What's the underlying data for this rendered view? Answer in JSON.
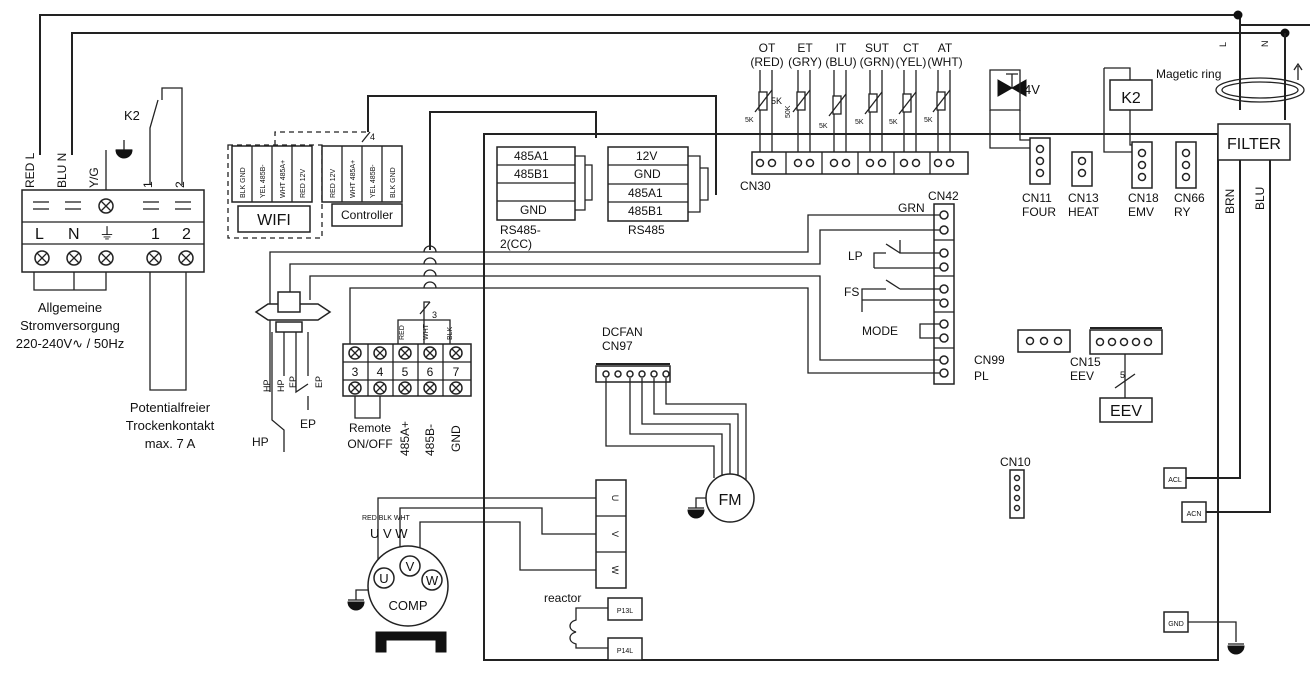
{
  "terminal_block": {
    "wire_labels": [
      "RED L",
      "BLU N",
      "Y/G",
      "1",
      "2"
    ],
    "terminals": [
      "L",
      "N",
      "⏚",
      "1",
      "2"
    ],
    "relay": "K2"
  },
  "power_caption": [
    "Allgemeine",
    "Stromversorgung",
    "220-240V∿ / 50Hz"
  ],
  "contact_caption": [
    "Potentialfreier",
    "Trockenkontakt",
    "max. 7 A"
  ],
  "wifi": {
    "pins": [
      "BLK GND",
      "YEL 485B-",
      "WHT 485A+",
      "RED 12V"
    ],
    "label": "WIFI"
  },
  "controller": {
    "pins": [
      "RED 12V",
      "WHT 485A+",
      "YEL 485B-",
      "BLK GND"
    ],
    "label": "Controller",
    "count": "4"
  },
  "rs485_cc": {
    "rows": [
      "485A1",
      "485B1",
      "",
      "GND"
    ],
    "caption": [
      "RS485-",
      "2(CC)"
    ]
  },
  "rs485": {
    "rows": [
      "12V",
      "GND",
      "485A1",
      "485B1"
    ],
    "caption": "RS485"
  },
  "sensors": [
    {
      "name": "OT",
      "color": "(RED)",
      "value": "5K"
    },
    {
      "name": "ET",
      "color": "(GRY)",
      "value": "50K"
    },
    {
      "name": "IT",
      "color": "(BLU)",
      "value": "5K"
    },
    {
      "name": "SUT",
      "color": "(GRN)",
      "value": "5K"
    },
    {
      "name": "CT",
      "color": "(YEL)",
      "value": "5K"
    },
    {
      "name": "AT",
      "color": "(WHT)",
      "value": "5K"
    }
  ],
  "connectors": {
    "cn30": "CN30",
    "cn42": "CN42",
    "grn": "GRN",
    "cn11": [
      "CN11",
      "FOUR"
    ],
    "cn13": [
      "CN13",
      "HEAT"
    ],
    "cn18": [
      "CN18",
      "EMV"
    ],
    "cn66": [
      "CN66",
      "RY"
    ],
    "cn99": [
      "CN99",
      "PL"
    ],
    "cn15": [
      "CN15",
      "EEV"
    ],
    "cn10": "CN10",
    "dcfan": [
      "DCFAN",
      "CN97"
    ]
  },
  "switches": {
    "lp": "LP",
    "fs": "FS",
    "mode": "MODE"
  },
  "valve_4v": "4V",
  "relay_k2": "K2",
  "magnetic_ring": "Magetic ring",
  "filter": {
    "label": "FILTER",
    "top_l": "L",
    "top_n": "N",
    "brn": "BRN",
    "blu": "BLU"
  },
  "board_terms": {
    "acl": "ACL",
    "acn": "ACN",
    "gnd": "GND"
  },
  "eev": {
    "label": "EEV",
    "count": "5"
  },
  "fan_motor": "FM",
  "compressor": {
    "label": "COMP",
    "wire_colors": "RED BLK WHT",
    "phases": "U V W",
    "u": "U",
    "v": "V",
    "w": "W"
  },
  "uvw_block": [
    "U",
    "V",
    "W"
  ],
  "reactor": {
    "label": "reactor",
    "p13": "P13L",
    "p14": "P14L"
  },
  "low_terminal": {
    "numbers": [
      "3",
      "4",
      "5",
      "6",
      "7"
    ],
    "wire_colors": [
      "RED",
      "WHT",
      "BLK"
    ],
    "count": "3",
    "remote": [
      "Remote",
      "ON/OFF"
    ],
    "labels": [
      "485A+",
      "485B-",
      "GND"
    ]
  },
  "pressure_switch": {
    "hp": "HP",
    "ep": "EP",
    "pins": [
      "HP",
      "HP",
      "EP",
      "EP"
    ]
  }
}
